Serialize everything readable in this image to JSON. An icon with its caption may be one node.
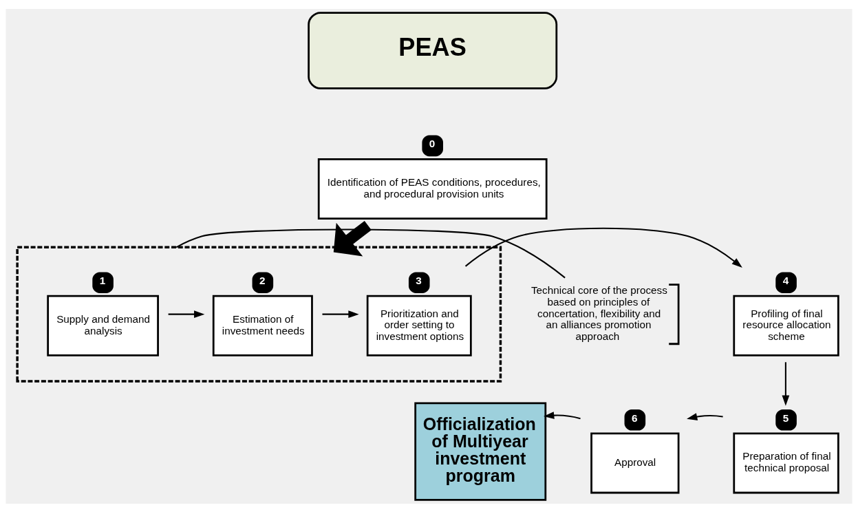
{
  "diagram": {
    "nodes": [
      {
        "text": [
          "PEAS"
        ]
      },
      {
        "text": [
          "Identification of PEAS conditions, procedures, and procedural provision units"
        ],
        "beside": [
          "0"
        ]
      },
      {
        "text": [],
        "shape": "box"
      },
      {
        "text": [
          "Supply and demand analysis"
        ],
        "in": 2,
        "beside": [
          "1"
        ]
      },
      {
        "text": [
          "Estimation of investment needs"
        ],
        "in": 2,
        "beside": [
          "2"
        ]
      },
      {
        "text": [
          "Prioritization and order setting to investment options"
        ],
        "in": 2,
        "beside": [
          "3"
        ]
      },
      {
        "text": [
          "Profiling of final resource allocation scheme"
        ],
        "beside": [
          "4"
        ]
      },
      {
        "text": [
          "Preparation of final technical proposal"
        ],
        "beside": [
          "5"
        ]
      },
      {
        "text": [
          "Approval"
        ],
        "beside": [
          "6"
        ]
      },
      {
        "text": [
          "Officialization of Multiyear investment program"
        ]
      },
      {
        "text": [
          "Technical core of the process based on principles of concertation, flexibility and an alliances promotion approach"
        ]
      }
    ],
    "edges": [
      {
        "from": 1,
        "to": 2,
        "arrow": "to",
        "style": "thick"
      },
      {
        "from": 3,
        "to": 4,
        "arrow": "to"
      },
      {
        "from": 4,
        "to": 5,
        "arrow": "to"
      },
      {
        "from": 5,
        "to": 6,
        "arrow": "to"
      },
      {
        "from": 6,
        "to": 7,
        "arrow": "to"
      },
      {
        "from": 7,
        "to": 8,
        "arrow": "to"
      },
      {
        "from": 8,
        "to": 9,
        "arrow": "to"
      },
      {
        "from": 10,
        "to": 2,
        "arrow": "none"
      }
    ]
  }
}
